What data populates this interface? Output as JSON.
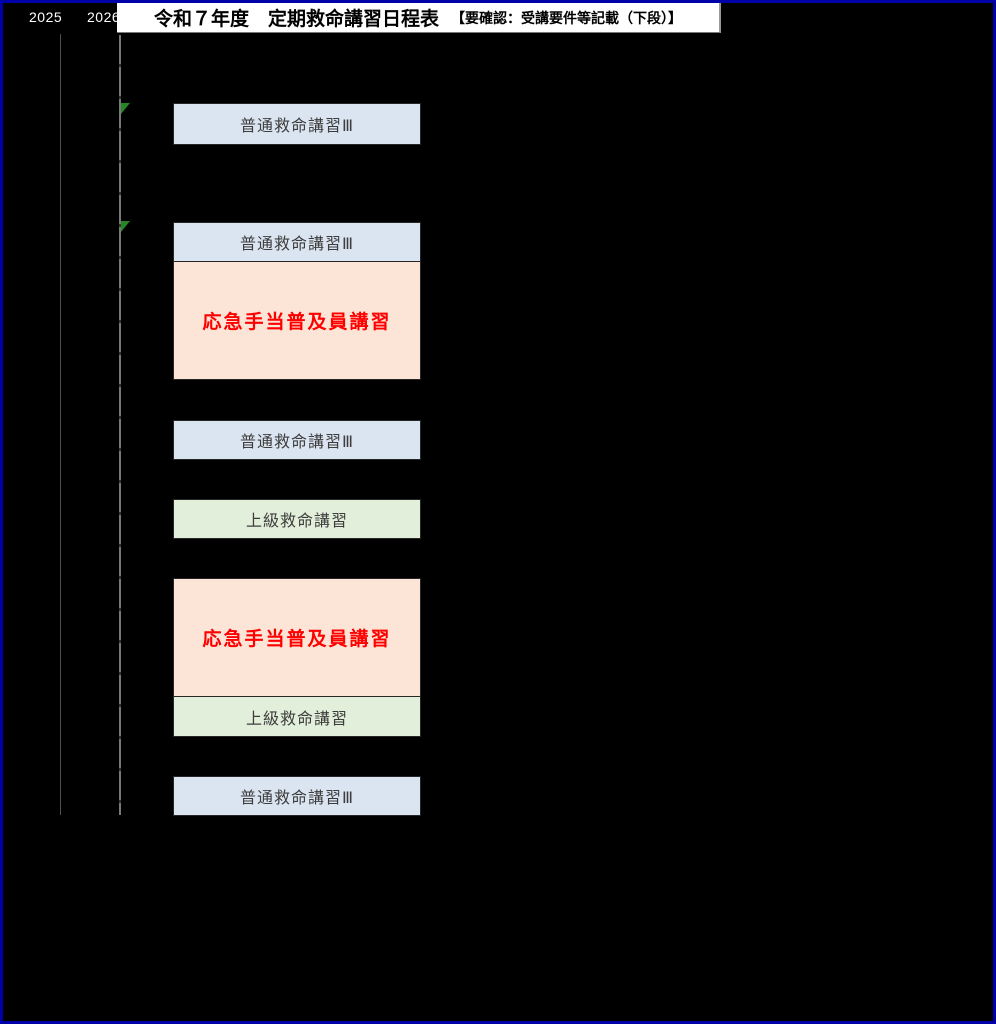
{
  "title": {
    "main": "令和７年度　定期救命講習日程表",
    "note": "【要確認：受講要件等記載（下段）】"
  },
  "timeline": {
    "years": [
      "2025",
      "2026"
    ]
  },
  "icons": {
    "start_marker": "green-flag-icon"
  },
  "colors": {
    "outer_border": "#0000a8",
    "background": "#000000",
    "course_blue": "#dbe5f1",
    "course_pink": "#fce4d6",
    "course_green": "#e2efda",
    "highlight_text": "#ff0000",
    "flag_green": "#268626"
  },
  "blocks": [
    {
      "rows": [
        {
          "label": "普通救命講習Ⅲ",
          "style": "blue"
        }
      ]
    },
    {
      "rows": [
        {
          "label": "普通救命講習Ⅲ",
          "style": "blue"
        },
        {
          "label": "応急手当普及員講習",
          "style": "pink"
        }
      ]
    },
    {
      "rows": [
        {
          "label": "普通救命講習Ⅲ",
          "style": "blue"
        }
      ]
    },
    {
      "rows": [
        {
          "label": "上級救命講習",
          "style": "green"
        }
      ]
    },
    {
      "rows": [
        {
          "label": "応急手当普及員講習",
          "style": "pink"
        },
        {
          "label": "上級救命講習",
          "style": "green"
        }
      ]
    },
    {
      "rows": [
        {
          "label": "普通救命講習Ⅲ",
          "style": "blue"
        }
      ]
    }
  ]
}
